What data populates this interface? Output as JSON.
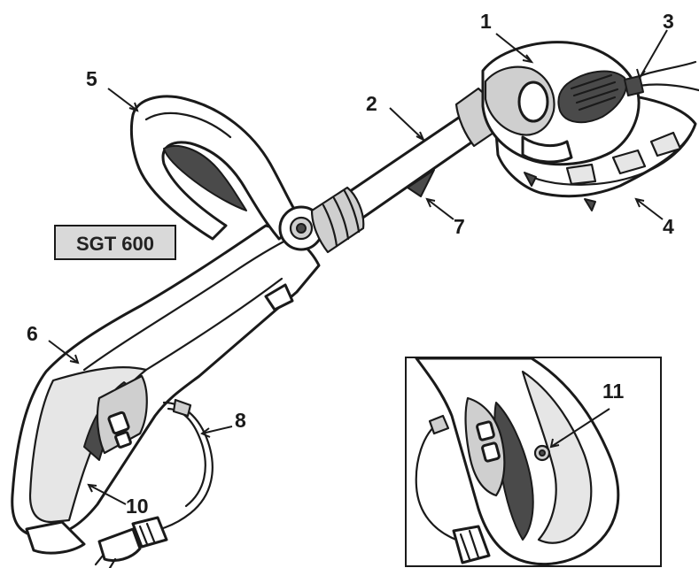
{
  "model_label": "SGT 600",
  "callouts": [
    {
      "id": "1",
      "text": "1"
    },
    {
      "id": "2",
      "text": "2"
    },
    {
      "id": "3",
      "text": "3"
    },
    {
      "id": "4",
      "text": "4"
    },
    {
      "id": "5",
      "text": "5"
    },
    {
      "id": "6",
      "text": "6"
    },
    {
      "id": "7",
      "text": "7"
    },
    {
      "id": "8",
      "text": "8"
    },
    {
      "id": "10",
      "text": "10"
    },
    {
      "id": "11",
      "text": "11"
    }
  ],
  "colors": {
    "line": "#1a1a1a",
    "shade": "#cfcfcf",
    "dark": "#4a4a4a",
    "background": "#ffffff"
  }
}
